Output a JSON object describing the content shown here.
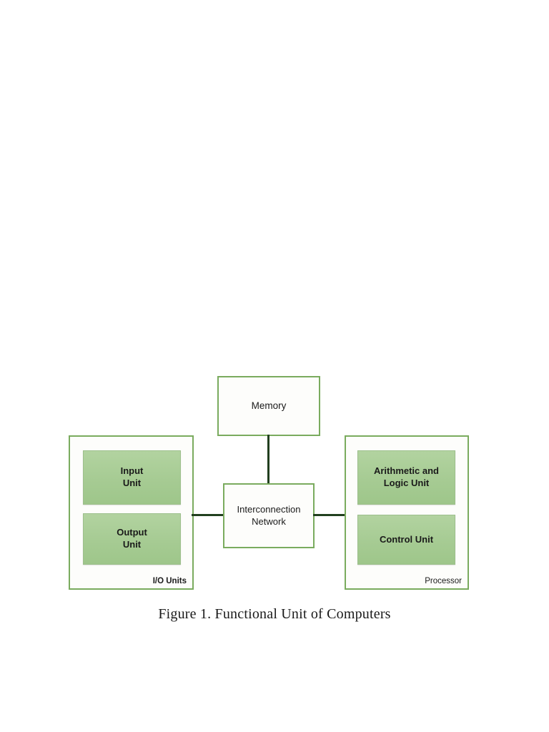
{
  "figure": {
    "caption": "Figure 1. Functional Unit of Computers",
    "colors": {
      "page_background": "#ffffff",
      "box_border_green": "#7aab5e",
      "filled_unit_green": "#a6cb93",
      "connector_dark_green": "#22401f",
      "text": "#1a1a1a"
    },
    "nodes": {
      "memory": {
        "label": "Memory"
      },
      "interconnection": {
        "label": "Interconnection\nNetwork"
      },
      "input_unit": {
        "label": "Input\nUnit"
      },
      "output_unit": {
        "label": "Output\nUnit"
      },
      "arithmetic_logic_unit": {
        "label": "Arithmetic and\nLogic Unit"
      },
      "control_unit": {
        "label": "Control Unit"
      }
    },
    "groups": {
      "io_units": {
        "label": "I/O Units"
      },
      "processor": {
        "label": "Processor"
      }
    }
  }
}
